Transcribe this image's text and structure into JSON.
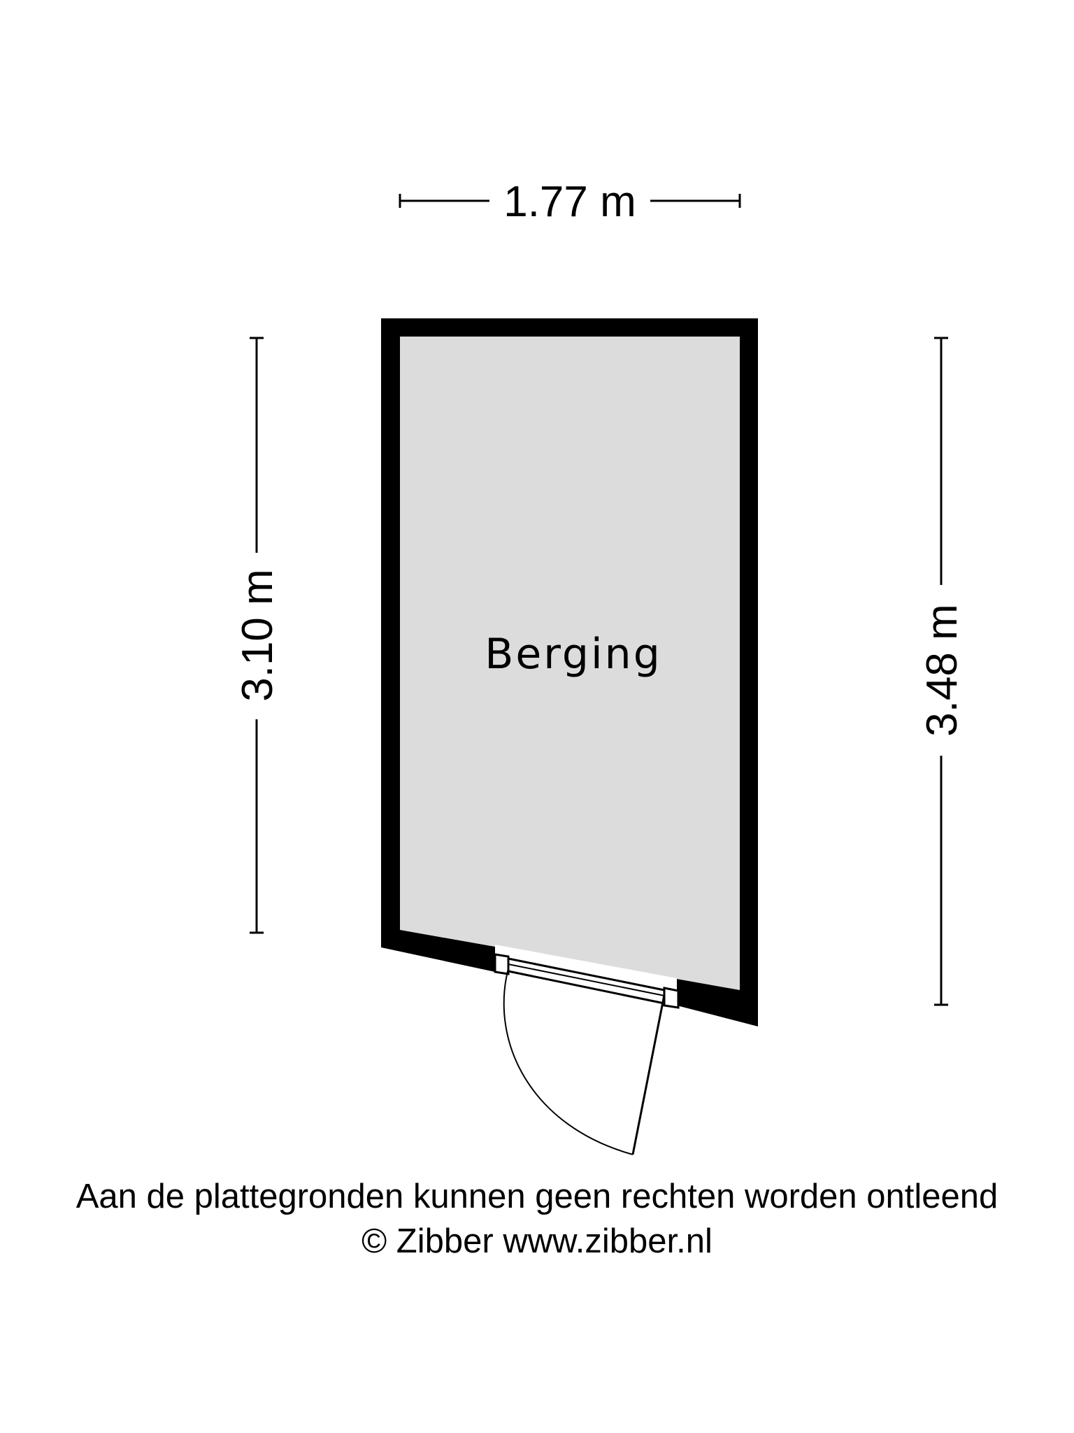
{
  "floorplan": {
    "room_label": "Berging",
    "dimensions": {
      "width": "1.77 m",
      "left_depth": "3.10 m",
      "right_depth": "3.48 m"
    },
    "colors": {
      "wall": "#000000",
      "floor": "#dcdcdc",
      "background": "#ffffff"
    }
  },
  "footer": {
    "disclaimer": "Aan de plattegronden kunnen geen rechten worden ontleend",
    "copyright": "© Zibber www.zibber.nl"
  }
}
